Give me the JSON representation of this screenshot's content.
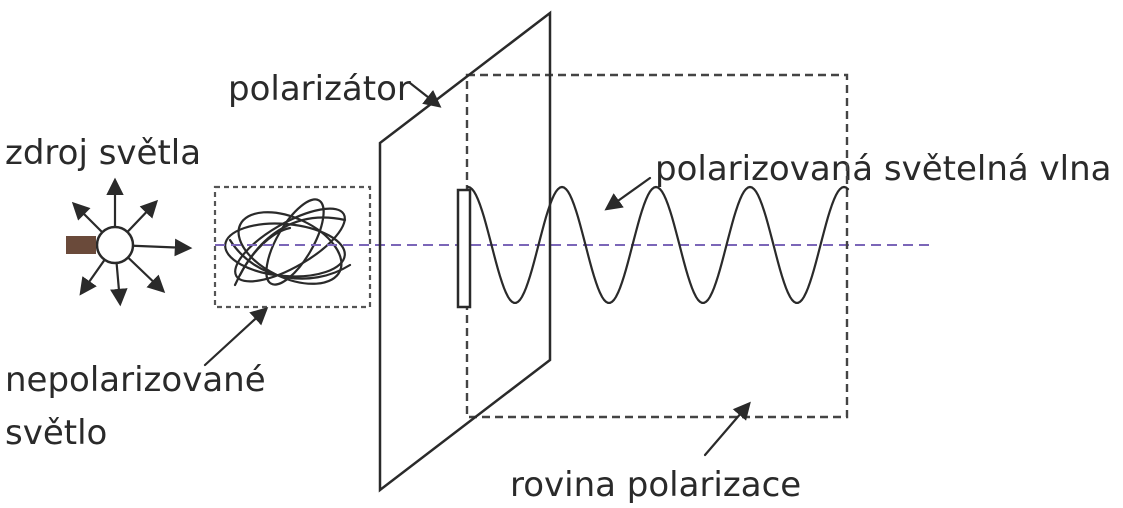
{
  "labels": {
    "light_source": "zdroj světla",
    "polarizer": "polarizátor",
    "polarized_wave": "polarizovaná světelná vlna",
    "unpolarized_line1": "nepolarizované",
    "unpolarized_line2": "světlo",
    "polarization_plane": "rovina polarizace"
  },
  "colors": {
    "ink": "#2a2a2a",
    "axis": "#7b66b8",
    "source_fill": "#6a4a3a"
  }
}
